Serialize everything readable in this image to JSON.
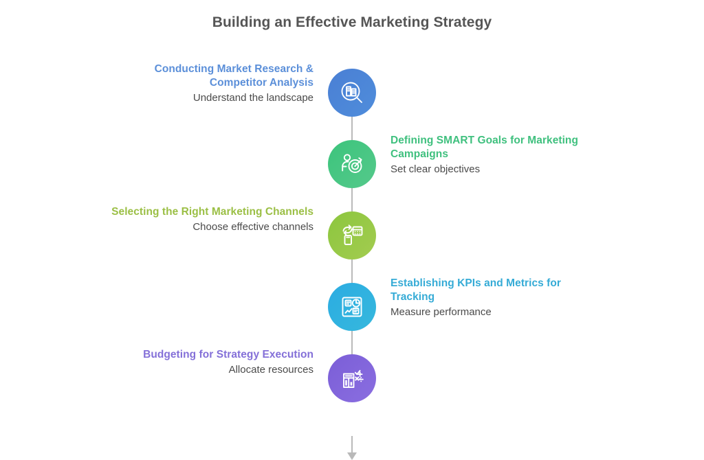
{
  "title": "Building an Effective Marketing Strategy",
  "colors": {
    "title_text": "#555555",
    "subtitle_text": "#4a4a4a",
    "connector": "#b9b9b9",
    "background": "#ffffff"
  },
  "steps": [
    {
      "heading": "Conducting Market Research & Competitor Analysis",
      "subtitle": "Understand the landscape",
      "side": "left",
      "icon": "magnifier-document-icon",
      "circle_color": "#4a7fd4",
      "circle_color_end": "#4f8ddb",
      "heading_color": "#5b8fd9"
    },
    {
      "heading": "Defining SMART Goals for Marketing Campaigns",
      "subtitle": "Set clear objectives",
      "side": "right",
      "icon": "person-target-icon",
      "circle_color": "#3cc47c",
      "circle_color_end": "#55c98b",
      "heading_color": "#3fc07e"
    },
    {
      "heading": "Selecting the Right Marketing Channels",
      "subtitle": "Choose effective channels",
      "side": "left",
      "icon": "phone-calculator-channels-icon",
      "circle_color": "#8cc63e",
      "circle_color_end": "#a3cc50",
      "heading_color": "#9bbf45"
    },
    {
      "heading": "Establishing KPIs and Metrics for Tracking",
      "subtitle": "Measure performance",
      "side": "right",
      "icon": "dashboard-metrics-icon",
      "circle_color": "#2bace2",
      "circle_color_end": "#36b8dd",
      "heading_color": "#35abd6"
    },
    {
      "heading": "Budgeting for Strategy Execution",
      "subtitle": "Allocate resources",
      "side": "left",
      "icon": "calculator-math-budget-icon",
      "circle_color": "#7b5ed7",
      "circle_color_end": "#8a6ee0",
      "heading_color": "#8470d8"
    }
  ],
  "flow_arrow": "down-arrow-icon"
}
